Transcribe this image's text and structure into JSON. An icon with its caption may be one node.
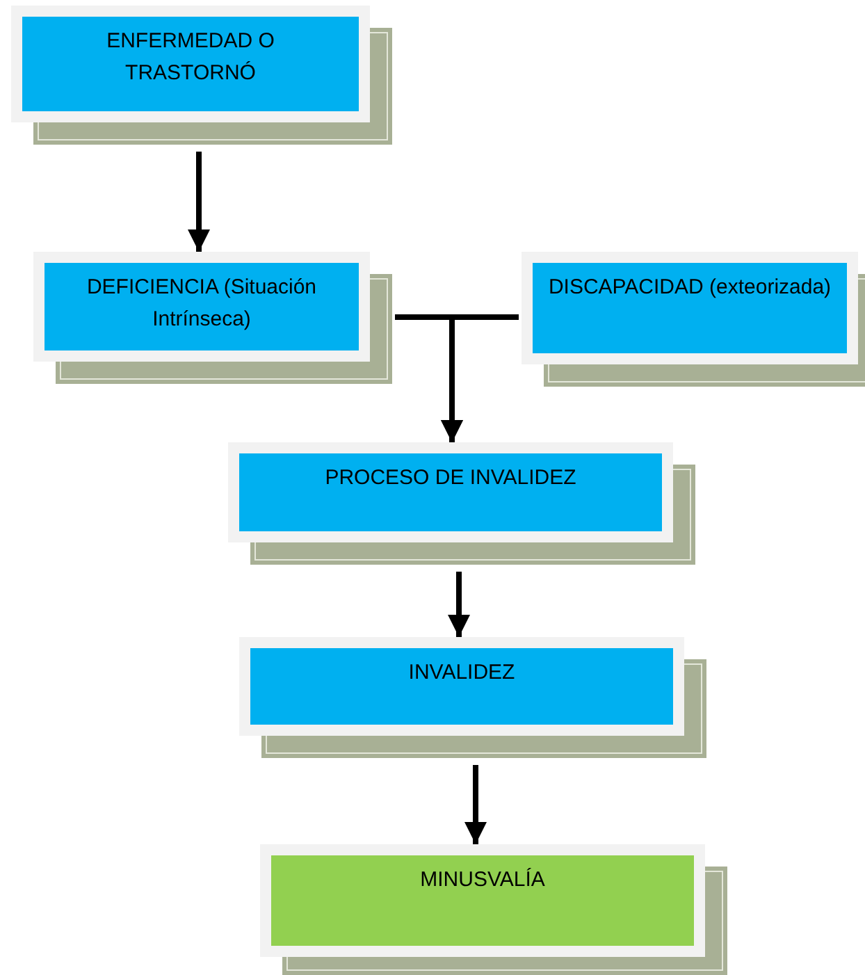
{
  "diagram": {
    "nodes": [
      {
        "text": [
          "ENFERMEDAD O TRASTORNÓ"
        ]
      },
      {
        "text": [
          "DEFICIENCIA (Situación Intrínseca)"
        ]
      },
      {
        "text": [
          "DISCAPACIDAD (exteorizada)"
        ]
      },
      {
        "text": [
          "PROCESO DE INVALIDEZ"
        ]
      },
      {
        "text": [
          "INVALIDEZ"
        ]
      },
      {
        "text": [
          "MINUSVALÍA"
        ]
      }
    ],
    "edges": [
      {
        "from": 0,
        "to": 1,
        "arrow": "to"
      },
      {
        "from": 1,
        "to": 3,
        "arrow": "to"
      },
      {
        "from": 2,
        "to": 3,
        "arrow": "to"
      },
      {
        "from": 3,
        "to": 4,
        "arrow": "to"
      },
      {
        "from": 4,
        "to": 5,
        "arrow": "to"
      }
    ]
  }
}
